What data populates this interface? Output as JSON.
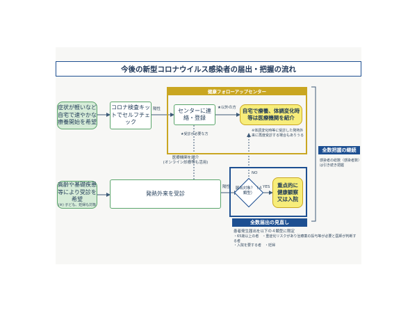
{
  "title": "今後の新型コロナウイルス感染者の届出・把握の流れ",
  "left_boxes": {
    "mild": "症状が軽いなど自宅で速やかな療養開始を希望",
    "risk": "高齢や基礎疾患等により受診を希望",
    "risk_note": "(※) 子ども、妊婦も対象"
  },
  "self_check": "コロナ検査キットでセルフチェック",
  "outpatient": "発熱外来を受診",
  "positive_label_1": "陽性",
  "positive_label_2": "陽性",
  "follow_center": {
    "header": "健康フォローアップセンター",
    "contact": "センターに連絡・登録",
    "except_note": "★以外の方",
    "star_note": "★受診が必要な方",
    "home_care": "自宅で療養、体調変化時等は医療機関を紹介",
    "home_note": "※体調変化時等に受診した発熱外来に再度受診する場合もありうる"
  },
  "referral": {
    "line1": "医療機関を紹介",
    "line2": "(オンライン診療等も活用)"
  },
  "decision": {
    "question": "届出対象？（４類型）",
    "yes": "YES",
    "no": "NO"
  },
  "priority": {
    "line1": "重点的に",
    "line2": "健康観察",
    "line3": "又は入院"
  },
  "full_grasp": {
    "label": "全数把握の継続",
    "note": "感染者の総数（感染者数）は引き続き把握"
  },
  "review": {
    "label": "全数届出の見直し",
    "note_title": "患者発生届出を以下の４類型に限定",
    "items": [
      "65歳以上の者",
      "重症化リスクがあり治療薬の投与等が必要と医師が判断する者",
      "入院を要する者",
      "妊婦"
    ]
  },
  "colors": {
    "navy": "#1d4f91",
    "gold": "#c9a621",
    "green": "#5aa56a",
    "yellow_fill": "#f7ed7a"
  }
}
